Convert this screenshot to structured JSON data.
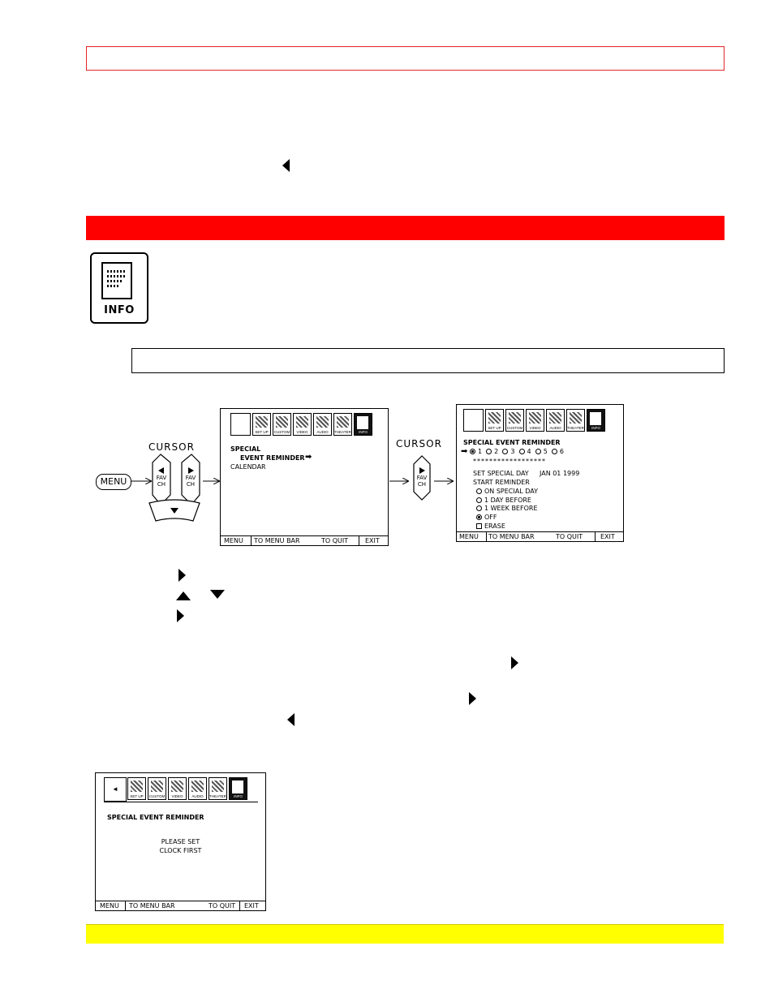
{
  "menu_button_label": "MENU",
  "cursor_label_1": "CURSOR",
  "cursor_label_2": "CURSOR",
  "fav_ch": "FAV\nCH",
  "info_icon_label": "INFO",
  "screen1": {
    "icons": [
      "",
      "SET UP",
      "CUSTOM",
      "VIDEO",
      "AUDIO",
      "THEATER",
      "INFO"
    ],
    "lines": [
      "SPECIAL",
      "EVENT REMINDER",
      "CALENDAR"
    ],
    "footer": [
      "MENU",
      "TO MENU BAR",
      "TO QUIT",
      "EXIT"
    ]
  },
  "screen2": {
    "icons": [
      "",
      "SET UP",
      "CUSTOM",
      "VIDEO",
      "AUDIO",
      "THEATER",
      "INFO"
    ],
    "title": "SPECIAL EVENT REMINDER",
    "slots": [
      "1",
      "2",
      "3",
      "4",
      "5",
      "6"
    ],
    "stars": "******************",
    "set_day_label": "SET SPECIAL DAY",
    "set_day_value": "JAN 01 1999",
    "start_reminder": "START REMINDER",
    "options": [
      "ON SPECIAL DAY",
      "1 DAY BEFORE",
      "1 WEEK BEFORE",
      "OFF",
      "ERASE"
    ],
    "footer": [
      "MENU",
      "TO MENU BAR",
      "TO QUIT",
      "EXIT"
    ]
  },
  "screen3": {
    "back_arrow": "◄",
    "icons": [
      "SET UP",
      "CUSTOM",
      "VIDEO",
      "AUDIO",
      "THEATER",
      "INFO"
    ],
    "title": "SPECIAL EVENT REMINDER",
    "message_line1": "PLEASE SET",
    "message_line2": "CLOCK FIRST",
    "footer": [
      "MENU",
      "TO MENU BAR",
      "TO QUIT",
      "EXIT"
    ]
  },
  "colors": {
    "accent_red": "#ff0000",
    "note_yellow": "#ffff00"
  }
}
